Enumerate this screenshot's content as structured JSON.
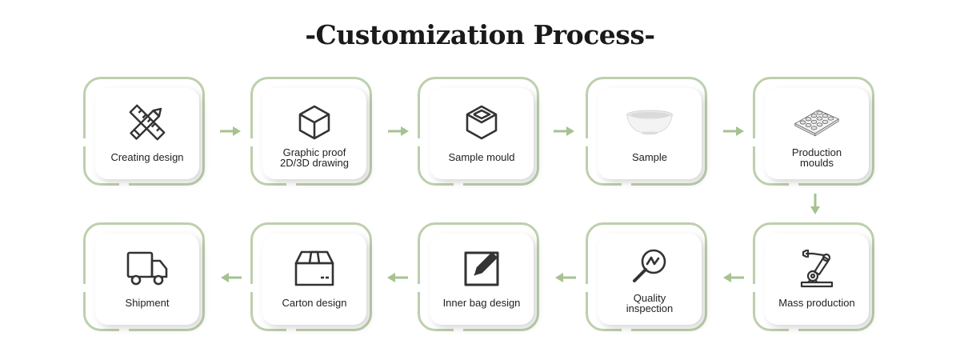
{
  "title": "-Customization Process-",
  "colors": {
    "frame": "#bcd0ac",
    "arrow": "#a5c290",
    "icon": "#333333"
  },
  "steps": [
    {
      "label": "Creating design",
      "icon": "ruler-pencil-icon"
    },
    {
      "label": "Graphic proof\n2D/3D drawing",
      "icon": "cube-icon"
    },
    {
      "label": "Sample mould",
      "icon": "open-box-icon"
    },
    {
      "label": "Sample",
      "icon": "bowl-icon"
    },
    {
      "label": "Production\nmoulds",
      "icon": "mould-tray-icon"
    },
    {
      "label": "Mass production",
      "icon": "robot-arm-icon"
    },
    {
      "label": "Quality\ninspection",
      "icon": "magnifier-icon"
    },
    {
      "label": "Inner bag design",
      "icon": "edit-icon"
    },
    {
      "label": "Carton design",
      "icon": "carton-icon"
    },
    {
      "label": "Shipment",
      "icon": "truck-icon"
    }
  ]
}
